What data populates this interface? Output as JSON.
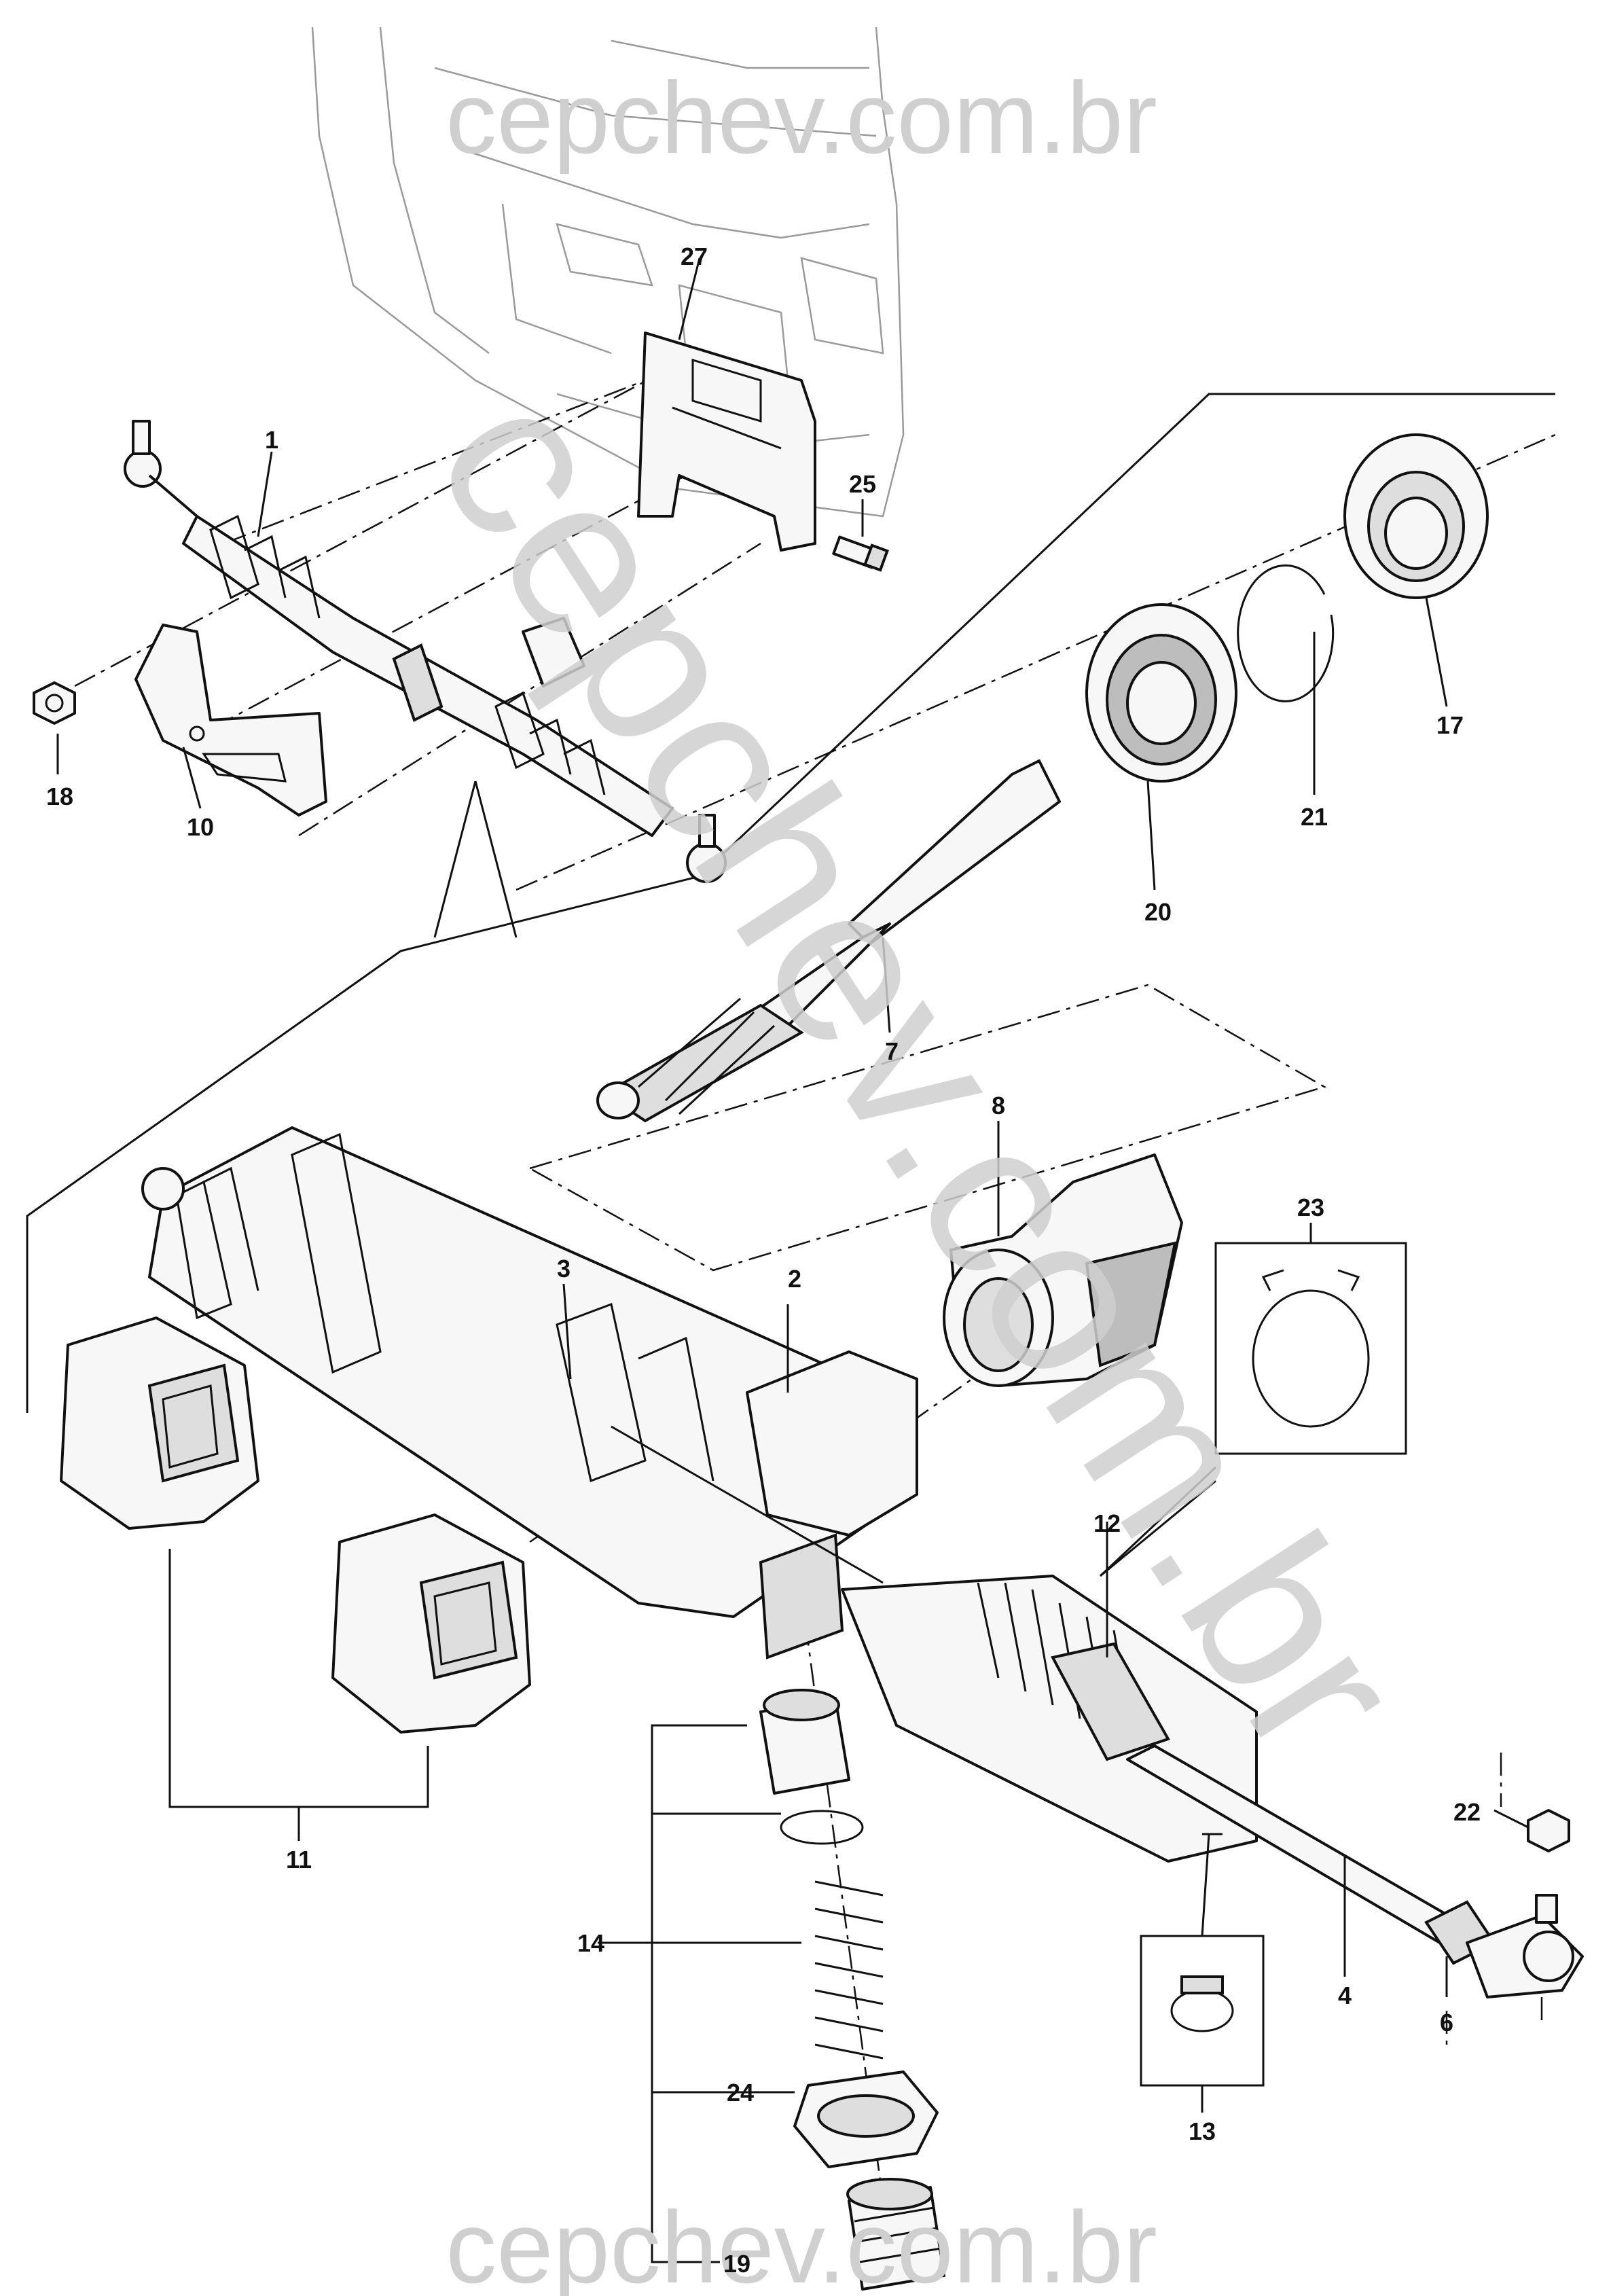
{
  "watermark": {
    "top": "cepchev.com.br",
    "diagonal": "cepchev.com.br",
    "bottom": "cepchev.com.br"
  },
  "callouts": {
    "c1": "1",
    "c2": "2",
    "c3": "3",
    "c4": "4",
    "c6": "6",
    "c7": "7",
    "c8": "8",
    "c10": "10",
    "c11": "11",
    "c12": "12",
    "c13": "13",
    "c14": "14",
    "c17": "17",
    "c18": "18",
    "c19": "19",
    "c20": "20",
    "c21": "21",
    "c22": "22",
    "c23": "23",
    "c24": "24",
    "c25": "25",
    "c27": "27"
  }
}
